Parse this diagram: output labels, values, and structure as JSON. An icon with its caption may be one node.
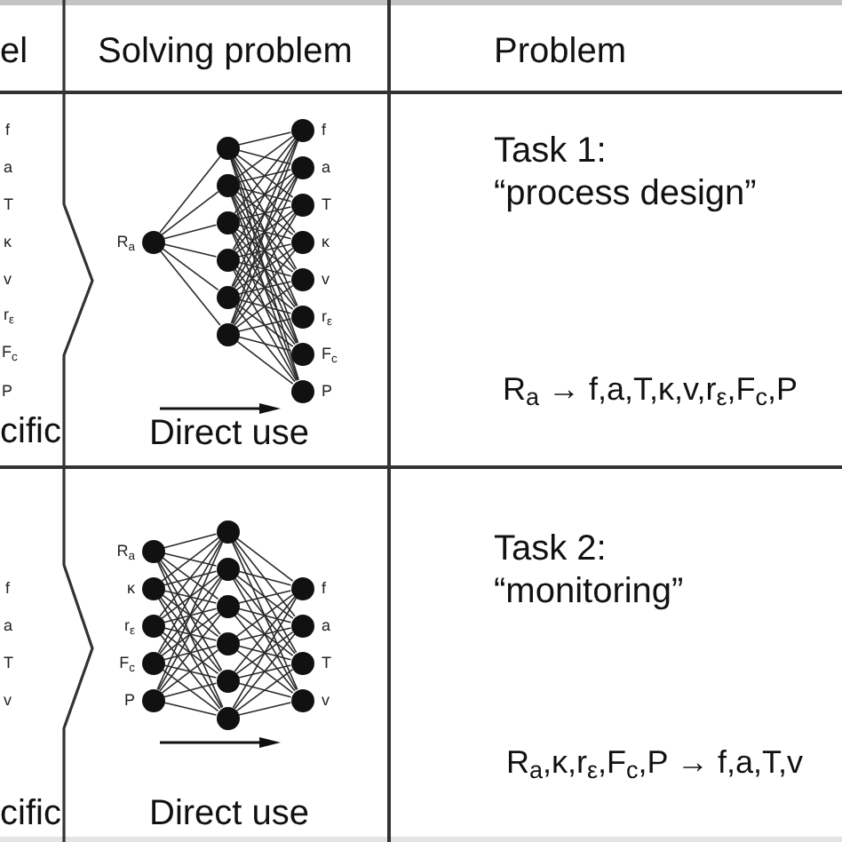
{
  "diagram": {
    "nodes": [
      {
        "text": [],
        "shape": "circle",
        "beside": [
          "R$_{a}$"
        ]
      },
      {
        "text": [],
        "shape": "circle"
      },
      {
        "text": [],
        "shape": "circle"
      },
      {
        "text": [],
        "shape": "circle"
      },
      {
        "text": [],
        "shape": "circle"
      },
      {
        "text": [],
        "shape": "circle"
      },
      {
        "text": [],
        "shape": "circle"
      },
      {
        "text": [],
        "shape": "circle",
        "beside": [
          "f"
        ]
      },
      {
        "text": [],
        "shape": "circle",
        "beside": [
          "a"
        ]
      },
      {
        "text": [],
        "shape": "circle",
        "beside": [
          "T"
        ]
      },
      {
        "text": [],
        "shape": "circle",
        "beside": [
          "κ"
        ]
      },
      {
        "text": [],
        "shape": "circle",
        "beside": [
          "v"
        ]
      },
      {
        "text": [],
        "shape": "circle",
        "beside": [
          "r$_{ε}$"
        ]
      },
      {
        "text": [],
        "shape": "circle",
        "beside": [
          "F$_{c}$"
        ]
      },
      {
        "text": [],
        "shape": "circle",
        "beside": [
          "P"
        ]
      },
      {
        "text": [],
        "shape": "circle",
        "beside": [
          "R$_{a}$"
        ]
      },
      {
        "text": [],
        "shape": "circle",
        "beside": [
          "κ"
        ]
      },
      {
        "text": [],
        "shape": "circle",
        "beside": [
          "r$_{ε}$"
        ]
      },
      {
        "text": [],
        "shape": "circle",
        "beside": [
          "F$_{c}$"
        ]
      },
      {
        "text": [],
        "shape": "circle",
        "beside": [
          "P"
        ]
      },
      {
        "text": [],
        "shape": "circle"
      },
      {
        "text": [],
        "shape": "circle"
      },
      {
        "text": [],
        "shape": "circle"
      },
      {
        "text": [],
        "shape": "circle"
      },
      {
        "text": [],
        "shape": "circle"
      },
      {
        "text": [],
        "shape": "circle"
      },
      {
        "text": [],
        "shape": "circle",
        "beside": [
          "f"
        ]
      },
      {
        "text": [],
        "shape": "circle",
        "beside": [
          "a"
        ]
      },
      {
        "text": [],
        "shape": "circle",
        "beside": [
          "T"
        ]
      },
      {
        "text": [],
        "shape": "circle",
        "beside": [
          "v"
        ]
      }
    ],
    "edges": [
      {
        "from": 0,
        "to": 1,
        "arrow": "none"
      },
      {
        "from": 0,
        "to": 2,
        "arrow": "none"
      },
      {
        "from": 0,
        "to": 3,
        "arrow": "none"
      },
      {
        "from": 0,
        "to": 4,
        "arrow": "none"
      },
      {
        "from": 0,
        "to": 5,
        "arrow": "none"
      },
      {
        "from": 0,
        "to": 6,
        "arrow": "none"
      },
      {
        "from": 1,
        "to": 7,
        "arrow": "none"
      },
      {
        "from": 1,
        "to": 8,
        "arrow": "none"
      },
      {
        "from": 1,
        "to": 9,
        "arrow": "none"
      },
      {
        "from": 1,
        "to": 10,
        "arrow": "none"
      },
      {
        "from": 1,
        "to": 11,
        "arrow": "none"
      },
      {
        "from": 1,
        "to": 12,
        "arrow": "none"
      },
      {
        "from": 1,
        "to": 13,
        "arrow": "none"
      },
      {
        "from": 1,
        "to": 14,
        "arrow": "none"
      },
      {
        "from": 2,
        "to": 7,
        "arrow": "none"
      },
      {
        "from": 2,
        "to": 8,
        "arrow": "none"
      },
      {
        "from": 2,
        "to": 9,
        "arrow": "none"
      },
      {
        "from": 2,
        "to": 10,
        "arrow": "none"
      },
      {
        "from": 2,
        "to": 11,
        "arrow": "none"
      },
      {
        "from": 2,
        "to": 12,
        "arrow": "none"
      },
      {
        "from": 2,
        "to": 13,
        "arrow": "none"
      },
      {
        "from": 2,
        "to": 14,
        "arrow": "none"
      },
      {
        "from": 3,
        "to": 7,
        "arrow": "none"
      },
      {
        "from": 3,
        "to": 8,
        "arrow": "none"
      },
      {
        "from": 3,
        "to": 9,
        "arrow": "none"
      },
      {
        "from": 3,
        "to": 10,
        "arrow": "none"
      },
      {
        "from": 3,
        "to": 11,
        "arrow": "none"
      },
      {
        "from": 3,
        "to": 12,
        "arrow": "none"
      },
      {
        "from": 3,
        "to": 13,
        "arrow": "none"
      },
      {
        "from": 3,
        "to": 14,
        "arrow": "none"
      },
      {
        "from": 4,
        "to": 7,
        "arrow": "none"
      },
      {
        "from": 4,
        "to": 8,
        "arrow": "none"
      },
      {
        "from": 4,
        "to": 9,
        "arrow": "none"
      },
      {
        "from": 4,
        "to": 10,
        "arrow": "none"
      },
      {
        "from": 4,
        "to": 11,
        "arrow": "none"
      },
      {
        "from": 4,
        "to": 12,
        "arrow": "none"
      },
      {
        "from": 4,
        "to": 13,
        "arrow": "none"
      },
      {
        "from": 4,
        "to": 14,
        "arrow": "none"
      },
      {
        "from": 5,
        "to": 7,
        "arrow": "none"
      },
      {
        "from": 5,
        "to": 8,
        "arrow": "none"
      },
      {
        "from": 5,
        "to": 9,
        "arrow": "none"
      },
      {
        "from": 5,
        "to": 10,
        "arrow": "none"
      },
      {
        "from": 5,
        "to": 11,
        "arrow": "none"
      },
      {
        "from": 5,
        "to": 12,
        "arrow": "none"
      },
      {
        "from": 5,
        "to": 13,
        "arrow": "none"
      },
      {
        "from": 5,
        "to": 14,
        "arrow": "none"
      },
      {
        "from": 6,
        "to": 7,
        "arrow": "none"
      },
      {
        "from": 6,
        "to": 8,
        "arrow": "none"
      },
      {
        "from": 6,
        "to": 9,
        "arrow": "none"
      },
      {
        "from": 6,
        "to": 10,
        "arrow": "none"
      },
      {
        "from": 6,
        "to": 11,
        "arrow": "none"
      },
      {
        "from": 6,
        "to": 12,
        "arrow": "none"
      },
      {
        "from": 6,
        "to": 13,
        "arrow": "none"
      },
      {
        "from": 6,
        "to": 14,
        "arrow": "none"
      },
      {
        "from": 15,
        "to": 20,
        "arrow": "none"
      },
      {
        "from": 15,
        "to": 21,
        "arrow": "none"
      },
      {
        "from": 15,
        "to": 22,
        "arrow": "none"
      },
      {
        "from": 15,
        "to": 23,
        "arrow": "none"
      },
      {
        "from": 15,
        "to": 24,
        "arrow": "none"
      },
      {
        "from": 15,
        "to": 25,
        "arrow": "none"
      },
      {
        "from": 16,
        "to": 20,
        "arrow": "none"
      },
      {
        "from": 16,
        "to": 21,
        "arrow": "none"
      },
      {
        "from": 16,
        "to": 22,
        "arrow": "none"
      },
      {
        "from": 16,
        "to": 23,
        "arrow": "none"
      },
      {
        "from": 16,
        "to": 24,
        "arrow": "none"
      },
      {
        "from": 16,
        "to": 25,
        "arrow": "none"
      },
      {
        "from": 17,
        "to": 20,
        "arrow": "none"
      },
      {
        "from": 17,
        "to": 21,
        "arrow": "none"
      },
      {
        "from": 17,
        "to": 22,
        "arrow": "none"
      },
      {
        "from": 17,
        "to": 23,
        "arrow": "none"
      },
      {
        "from": 17,
        "to": 24,
        "arrow": "none"
      },
      {
        "from": 17,
        "to": 25,
        "arrow": "none"
      },
      {
        "from": 18,
        "to": 20,
        "arrow": "none"
      },
      {
        "from": 18,
        "to": 21,
        "arrow": "none"
      },
      {
        "from": 18,
        "to": 22,
        "arrow": "none"
      },
      {
        "from": 18,
        "to": 23,
        "arrow": "none"
      },
      {
        "from": 18,
        "to": 24,
        "arrow": "none"
      },
      {
        "from": 18,
        "to": 25,
        "arrow": "none"
      },
      {
        "from": 19,
        "to": 20,
        "arrow": "none"
      },
      {
        "from": 19,
        "to": 21,
        "arrow": "none"
      },
      {
        "from": 19,
        "to": 22,
        "arrow": "none"
      },
      {
        "from": 19,
        "to": 23,
        "arrow": "none"
      },
      {
        "from": 19,
        "to": 24,
        "arrow": "none"
      },
      {
        "from": 19,
        "to": 25,
        "arrow": "none"
      },
      {
        "from": 20,
        "to": 26,
        "arrow": "none"
      },
      {
        "from": 20,
        "to": 27,
        "arrow": "none"
      },
      {
        "from": 20,
        "to": 28,
        "arrow": "none"
      },
      {
        "from": 20,
        "to": 29,
        "arrow": "none"
      },
      {
        "from": 21,
        "to": 26,
        "arrow": "none"
      },
      {
        "from": 21,
        "to": 27,
        "arrow": "none"
      },
      {
        "from": 21,
        "to": 28,
        "arrow": "none"
      },
      {
        "from": 21,
        "to": 29,
        "arrow": "none"
      },
      {
        "from": 22,
        "to": 26,
        "arrow": "none"
      },
      {
        "from": 22,
        "to": 27,
        "arrow": "none"
      },
      {
        "from": 22,
        "to": 28,
        "arrow": "none"
      },
      {
        "from": 22,
        "to": 29,
        "arrow": "none"
      },
      {
        "from": 23,
        "to": 26,
        "arrow": "none"
      },
      {
        "from": 23,
        "to": 27,
        "arrow": "none"
      },
      {
        "from": 23,
        "to": 28,
        "arrow": "none"
      },
      {
        "from": 23,
        "to": 29,
        "arrow": "none"
      },
      {
        "from": 24,
        "to": 26,
        "arrow": "none"
      },
      {
        "from": 24,
        "to": 27,
        "arrow": "none"
      },
      {
        "from": 24,
        "to": 28,
        "arrow": "none"
      },
      {
        "from": 24,
        "to": 29,
        "arrow": "none"
      },
      {
        "from": 25,
        "to": 26,
        "arrow": "none"
      },
      {
        "from": 25,
        "to": 27,
        "arrow": "none"
      },
      {
        "from": 25,
        "to": 28,
        "arrow": "none"
      },
      {
        "from": 25,
        "to": 29,
        "arrow": "none"
      }
    ],
    "labels": [
      "el",
      "Solving problem",
      "Problem",
      "f",
      "a",
      "T",
      "κ",
      "v",
      "r$_{ε}$",
      "F$_{c}$",
      "P",
      "cific",
      "Direct use",
      "Task 1:",
      "“process design”",
      "R$_{a}$ → f,a,T,κ,v,r$_{ε}$,F$_{c}$,P",
      "f",
      "a",
      "T",
      "v",
      "cific",
      "Direct use",
      "Task 2:",
      "“monitoring”",
      "R$_{a}$,κ,r$_{ε}$,F$_{c}$,P → f,a,T,v"
    ]
  }
}
